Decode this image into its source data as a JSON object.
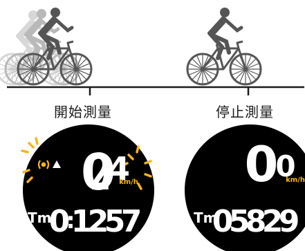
{
  "labels": {
    "start": "開始測量",
    "stop": "停止測量"
  },
  "left_display": {
    "speed_digits": [
      "2",
      "0",
      "4"
    ],
    "unit": "km/h",
    "tm_label": "Tm",
    "time_digits": [
      "0",
      ":",
      "1",
      "2",
      "5",
      "7"
    ]
  },
  "right_display": {
    "speed_digits": [
      "0",
      "0"
    ],
    "unit": "km/h",
    "tm_label": "Tm",
    "time_digits": [
      "0",
      "5",
      "8",
      "2",
      "9"
    ]
  },
  "colors": {
    "lcd": "#000000",
    "glow": "#f5b51e",
    "unit": "#f5b51e",
    "rider": "#555555",
    "ghost": "#cccccc"
  }
}
